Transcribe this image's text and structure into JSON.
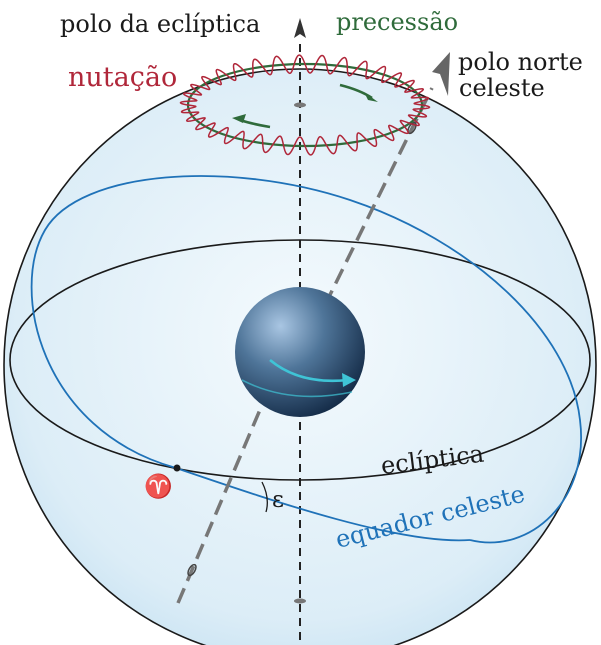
{
  "labels": {
    "ecliptic_pole": "polo da eclíptica",
    "precession": "precessão",
    "nutation": "nutação",
    "north_pole_line1": "polo norte",
    "north_pole_line2": "celeste",
    "ecliptic": "eclíptica",
    "celestial_equator": "equador celeste",
    "aries_symbol": "♈",
    "obliquity_symbol": "ε"
  },
  "colors": {
    "sphere_fill": "#e3f1f9",
    "sphere_outline": "#1a1a1a",
    "ecliptic": "#1a1a1a",
    "celestial_equator": "#1f72b8",
    "precession": "#2f6b3b",
    "nutation": "#b0273a",
    "axis": "#666666",
    "earth_light": "#8fb3d6",
    "earth_dark": "#16304f",
    "earth_arrow": "#3fc4d6"
  },
  "icons": {
    "aries": "aries-symbol",
    "earth": "earth-globe"
  }
}
